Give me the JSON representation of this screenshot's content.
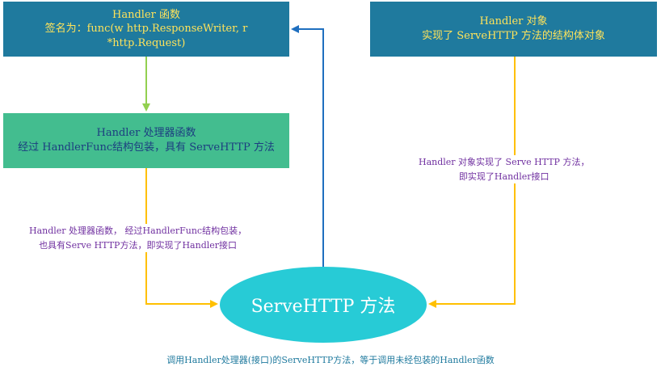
{
  "handler_func_box": {
    "title": "Handler 函数",
    "line2": "签名为：func(w http.ResponseWriter, r",
    "line3": "*http.Request)"
  },
  "handler_obj_box": {
    "title": "Handler 对象",
    "line2": "实现了 ServeHTTP 方法的结构体对象"
  },
  "processor_box": {
    "title": "Handler 处理器函数",
    "line2": "经过 HandlerFunc结构包装，具有 ServeHTTP 方法"
  },
  "servehttp_node": {
    "label": "ServeHTTP 方法"
  },
  "note_left": {
    "line1": "Handler 处理器函数，  经过HandlerFunc结构包装，",
    "line2": "也具有Serve HTTP方法，即实现了Handler接口"
  },
  "note_right": {
    "line1": "Handler 对象实现了 Serve HTTP 方法，",
    "line2": "即实现了Handler接口"
  },
  "caption": "调用Handler处理器(接口)的ServeHTTP方法，等于调用未经包装的Handler函数",
  "colors": {
    "box_blue": "#1f7a9e",
    "box_green": "#43bd8f",
    "ellipse": "#27cbd6",
    "title_yellow": "#ffe35a",
    "arrow_green": "#92d050",
    "arrow_orange": "#ffc000",
    "arrow_blue": "#1f6fbf",
    "note_purple": "#7030a0"
  }
}
